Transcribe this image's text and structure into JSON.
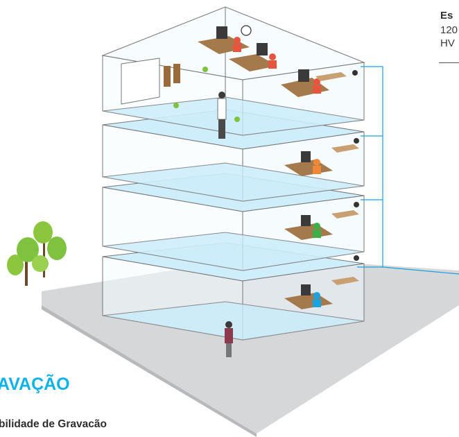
{
  "heading": "AVAÇÃO",
  "subheading": "bilidade de Gravacão",
  "right_panel": {
    "title": "Es",
    "line1": "120",
    "line2": "HV"
  },
  "colors": {
    "accent": "#0db2e8",
    "floor": "#cfeefb",
    "network": "#1a9fe0",
    "ground": "#d3d4d6",
    "tree": "#7ec23f"
  }
}
